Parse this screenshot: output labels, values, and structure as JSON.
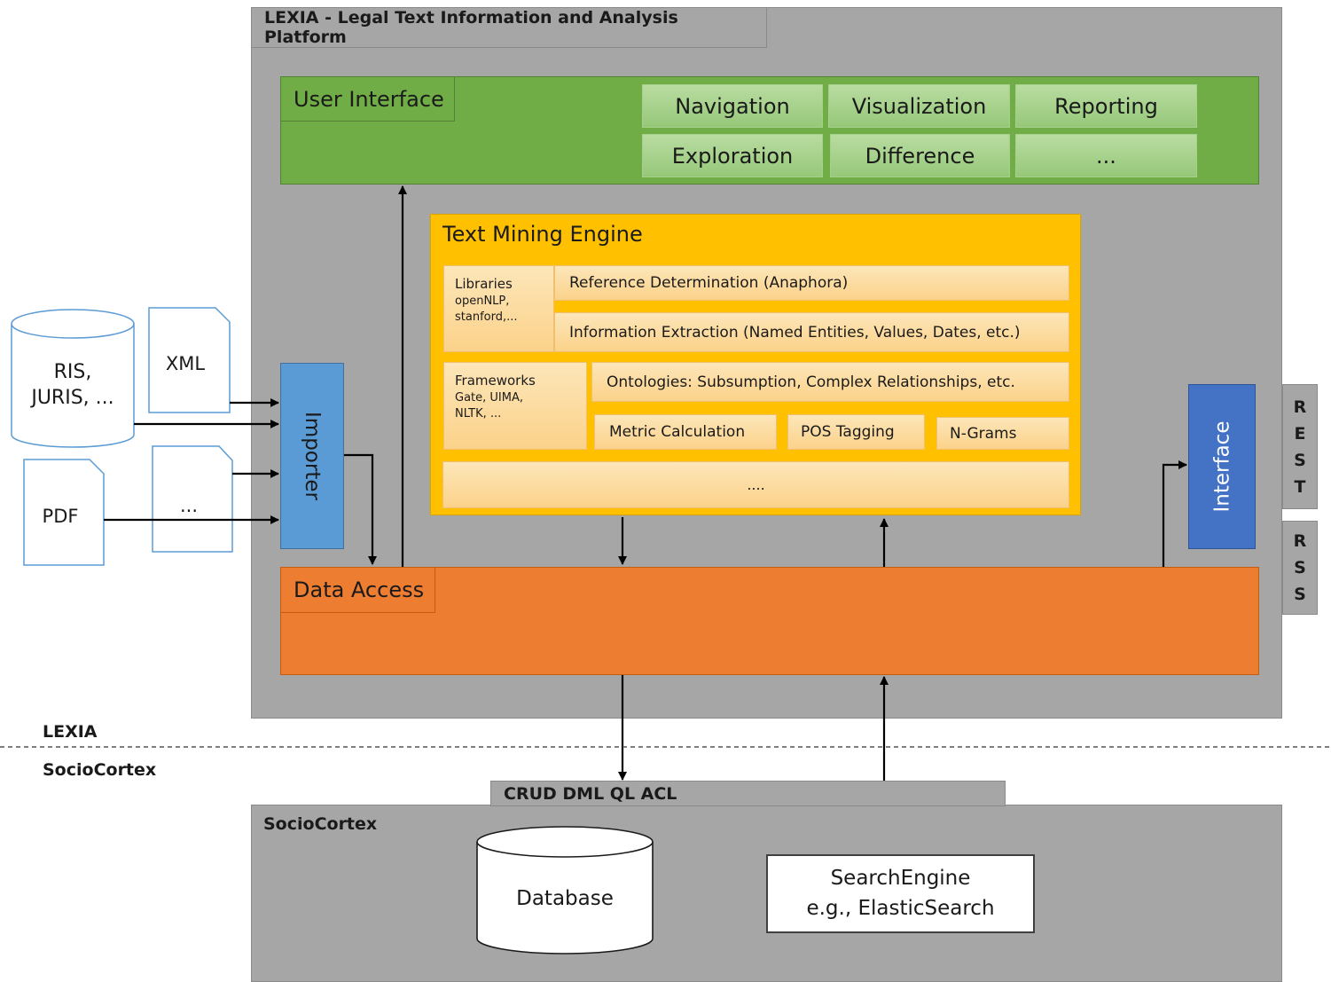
{
  "platform": {
    "title": "LEXIA - Legal Text Information and Analysis Platform"
  },
  "user_interface": {
    "label": "User Interface",
    "buttons": [
      "Navigation",
      "Visualization",
      "Reporting",
      "Exploration",
      "Difference",
      "..."
    ]
  },
  "text_mining_engine": {
    "label": "Text Mining Engine",
    "libraries": {
      "title": "Libraries",
      "subtitle": "openNLP, stanford,..."
    },
    "frameworks": {
      "title": "Frameworks",
      "subtitle": "Gate, UIMA, NLTK, ..."
    },
    "reference_determination": "Reference Determination (Anaphora)",
    "information_extraction": "Information Extraction (Named Entities, Values, Dates, etc.)",
    "ontologies": "Ontologies: Subsumption, Complex Relationships, etc.",
    "metric_calculation": "Metric Calculation",
    "pos_tagging": "POS Tagging",
    "ngrams": "N-Grams",
    "more": "...."
  },
  "importer": {
    "label": "Importer"
  },
  "interface": {
    "label": "Interface"
  },
  "rest": {
    "label": [
      "R",
      "E",
      "S",
      "T"
    ]
  },
  "rss": {
    "label": [
      "R",
      "S",
      "S"
    ]
  },
  "data_access": {
    "label": "Data Access"
  },
  "sources": {
    "ris_juris": {
      "line1": "RIS,",
      "line2": "JURIS, ..."
    },
    "xml": "XML",
    "pdf": "PDF",
    "other": "..."
  },
  "separator": {
    "top_label": "LEXIA",
    "bottom_label": "SocioCortex"
  },
  "sociocortex": {
    "api_label": "CRUD DML QL ACL",
    "title": "SocioCortex",
    "database": "Database",
    "search_engine": {
      "line1": "SearchEngine",
      "line2": "e.g., ElasticSearch"
    }
  }
}
